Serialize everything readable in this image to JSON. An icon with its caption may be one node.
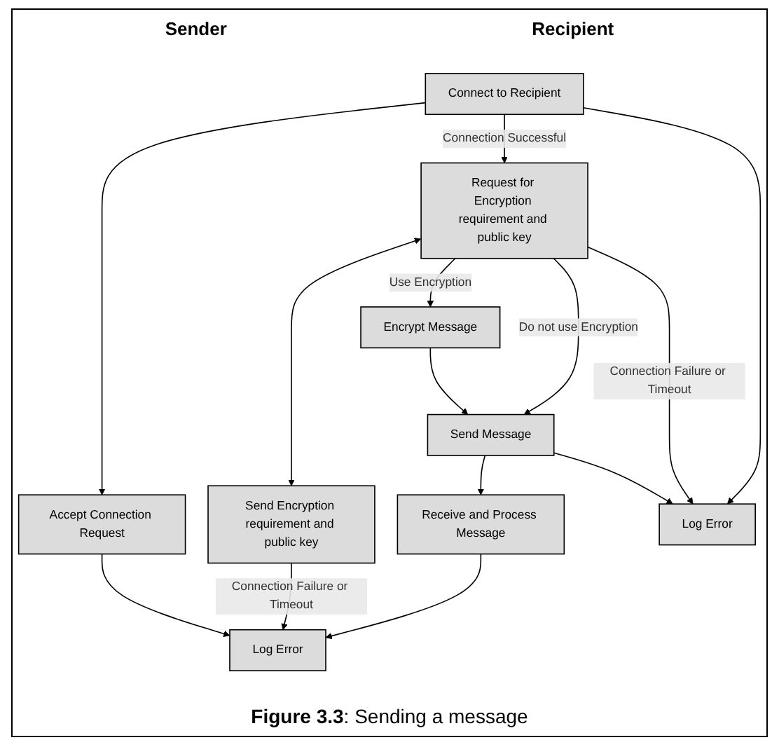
{
  "diagram": {
    "caption": "**Figure 3.3**: Sending a message",
    "nodes": [
      {
        "text": [
          "Connect to Recipient"
        ]
      },
      {
        "text": [
          "Request for Encryption requirement and public key"
        ]
      },
      {
        "text": [
          "Encrypt Message"
        ]
      },
      {
        "text": [
          "Send Message"
        ]
      },
      {
        "text": [
          "Log Error"
        ]
      },
      {
        "text": [
          "Accept Connection Request"
        ]
      },
      {
        "text": [
          "Send Encryption requirement and public key"
        ]
      },
      {
        "text": [
          "Receive and Process Message"
        ]
      },
      {
        "text": [
          "Log Error"
        ]
      }
    ],
    "edges": [
      {
        "from": 0,
        "to": 5,
        "arrow": "to"
      },
      {
        "from": 0,
        "to": 1,
        "arrow": "to",
        "label": "Connection Successful"
      },
      {
        "from": 1,
        "to": 6,
        "arrow": "both"
      },
      {
        "from": 1,
        "to": 2,
        "arrow": "to",
        "label": "Use Encryption"
      },
      {
        "from": 2,
        "to": 3,
        "arrow": "to"
      },
      {
        "from": 1,
        "to": 3,
        "arrow": "to",
        "label": "Do not use Encryption"
      },
      {
        "from": 3,
        "to": 7,
        "arrow": "to"
      },
      {
        "from": 0,
        "to": 4,
        "arrow": "to"
      },
      {
        "from": 1,
        "to": 4,
        "arrow": "to",
        "label": "Connection Failure or Timeout"
      },
      {
        "from": 3,
        "to": 4,
        "arrow": "to"
      },
      {
        "from": 5,
        "to": 8,
        "arrow": "to"
      },
      {
        "from": 6,
        "to": 8,
        "arrow": "to",
        "label": "Connection Failure or Timeout"
      },
      {
        "from": 7,
        "to": 8,
        "arrow": "to"
      }
    ],
    "labels": [
      "Sender",
      "Recipient"
    ]
  }
}
